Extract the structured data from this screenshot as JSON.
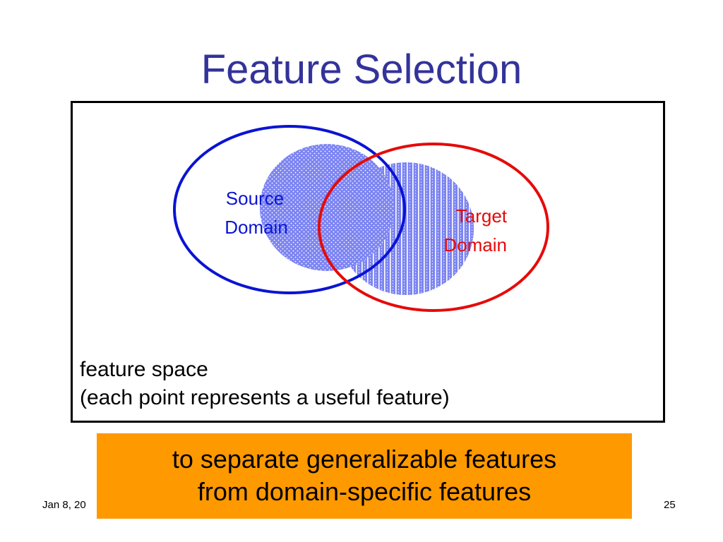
{
  "slide": {
    "title": "Feature Selection",
    "footer_date": "Jan 8, 20",
    "page_number": "25"
  },
  "diagram": {
    "source_label_line1": "Source",
    "source_label_line2": "Domain",
    "target_label_line1": "Target",
    "target_label_line2": "Domain",
    "feature_space_line1": "feature space",
    "feature_space_line2": "(each point represents a useful feature)",
    "colors": {
      "source": "#0a14d2",
      "target": "#e60a0a",
      "fill": "#7c84f2",
      "frame": "#000000",
      "title": "#33339a"
    }
  },
  "caption": {
    "line1": "to separate generalizable features",
    "line2": "from domain-specific features",
    "background": "#ff9900"
  }
}
